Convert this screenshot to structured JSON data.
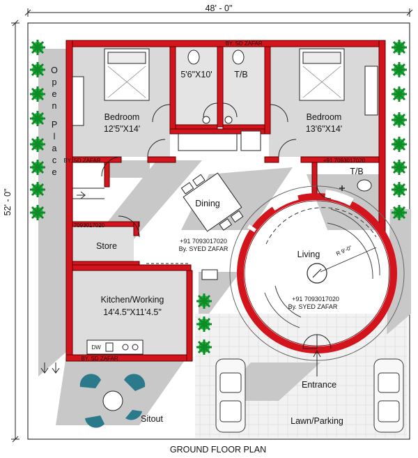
{
  "dimensions": {
    "width": "48' - 0\"",
    "height": "52' - 0\""
  },
  "open_place": "Open Place",
  "watermarks": [
    "BY. SD ZAFAR",
    "BY. SD ZAFAR",
    "BY. SD ZAFAR",
    "7093017020",
    "+91  7093017020"
  ],
  "rooms": {
    "bedroom_left": {
      "name": "Bedroom",
      "size": "12'5\"X14'"
    },
    "bedroom_right": {
      "name": "Bedroom",
      "size": "13'6\"X14'"
    },
    "toilet_mid": {
      "size": "5'6\"X10'"
    },
    "tb_mid": {
      "name": "T/B"
    },
    "tb_right": {
      "name": "T/B"
    },
    "dining": {
      "name": "Dining"
    },
    "store": {
      "name": "Store"
    },
    "kitchen": {
      "name": "Kitchen/Working",
      "size": "14'4.5\"X11'4.5\""
    },
    "living": {
      "name": "Living",
      "radius": "R 9'-0\""
    },
    "entrance": {
      "name": "Entrance"
    },
    "sitout": {
      "name": "Sitout"
    },
    "lawn": {
      "name": "Lawn/Parking"
    },
    "dw": {
      "name": "DW"
    }
  },
  "credits": [
    {
      "phone": "+91  7093017020",
      "by": "By.  SYED  ZAFAR"
    },
    {
      "phone": "+91  7093017020",
      "by": "By.  SYED  ZAFAR"
    }
  ],
  "footer": {
    "title": "GROUND  FLOOR  PLAN"
  },
  "colors": {
    "wall": "#d4141c",
    "shadow": "#c8c8c8",
    "tree": "#1fb83a",
    "chair": "#2a7a8c"
  }
}
